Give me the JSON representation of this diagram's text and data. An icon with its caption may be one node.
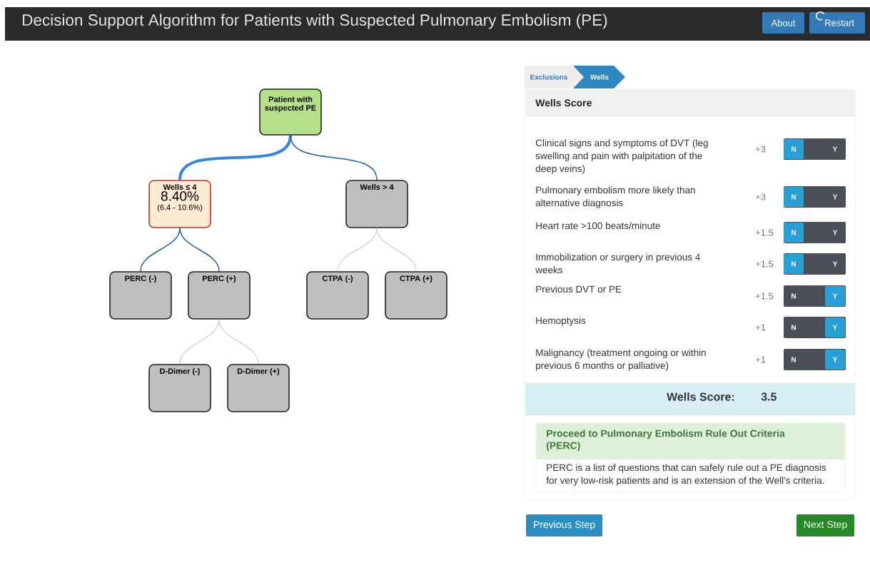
{
  "diagram": {
    "title": "Decision Support Algorithm for Patients with Suspected Pulmonary Embolism (PE)",
    "nodes": [
      {
        "text": [
          "Patient with suspected PE"
        ]
      },
      {
        "text": [
          "Wells ≤ 4",
          "8.40%",
          "(6.4 - 10.6%)"
        ]
      },
      {
        "text": [
          "Wells > 4"
        ]
      },
      {
        "text": [
          "PERC (-)"
        ]
      },
      {
        "text": [
          "PERC (+)"
        ]
      },
      {
        "text": [
          "CTPA (-)"
        ]
      },
      {
        "text": [
          "CTPA (+)"
        ]
      },
      {
        "text": [
          "D-Dimer (-)"
        ]
      },
      {
        "text": [
          "D-Dimer (+)"
        ]
      }
    ],
    "edges": [
      {
        "from": 0,
        "to": 1,
        "arrow": "none",
        "style": "thick",
        "color": "#2f86e0"
      },
      {
        "from": 0,
        "to": 2,
        "arrow": "none",
        "color": "#1f5ea8"
      },
      {
        "from": 1,
        "to": 3,
        "arrow": "none",
        "color": "#1f5ea8"
      },
      {
        "from": 1,
        "to": 4,
        "arrow": "none",
        "color": "#1f5ea8"
      },
      {
        "from": 2,
        "to": 5,
        "arrow": "none",
        "color": "#d6d6d6"
      },
      {
        "from": 2,
        "to": 6,
        "arrow": "none",
        "color": "#d6d6d6"
      },
      {
        "from": 4,
        "to": 7,
        "arrow": "none",
        "color": "#d6d6d6"
      },
      {
        "from": 4,
        "to": 8,
        "arrow": "none",
        "color": "#d6d6d6"
      }
    ],
    "labels": [
      "About",
      "Restart",
      "Exclusions",
      "Wells",
      "Wells Score",
      "Clinical signs and symptoms of DVT (leg swelling and pain with palpitation of the deep veins)",
      "+3",
      "N",
      "Y",
      "Pulmonary embolism more likely than alternative diagnosis",
      "+3",
      "N",
      "Y",
      "Heart rate >100 beats/minute",
      "+1.5",
      "N",
      "Y",
      "Immobilization or surgery in previous 4 weeks",
      "+1.5",
      "N",
      "Y",
      "Previous DVT or PE",
      "+1.5",
      "N",
      "Y",
      "Hemoptysis",
      "+1",
      "N",
      "Y",
      "Malignancy (treatment ongoing or within previous 6 months or palliative)",
      "+1",
      "N",
      "Y",
      "Wells Score:",
      "3.5",
      "Proceed to Pulmonary Embolism Rule Out Criteria (PERC)",
      "PERC is a list of questions that can safely rule out a PE diagnosis for very low-risk patients and is an extension of the Well's criteria.",
      "Previous Step",
      "Next Step"
    ]
  }
}
